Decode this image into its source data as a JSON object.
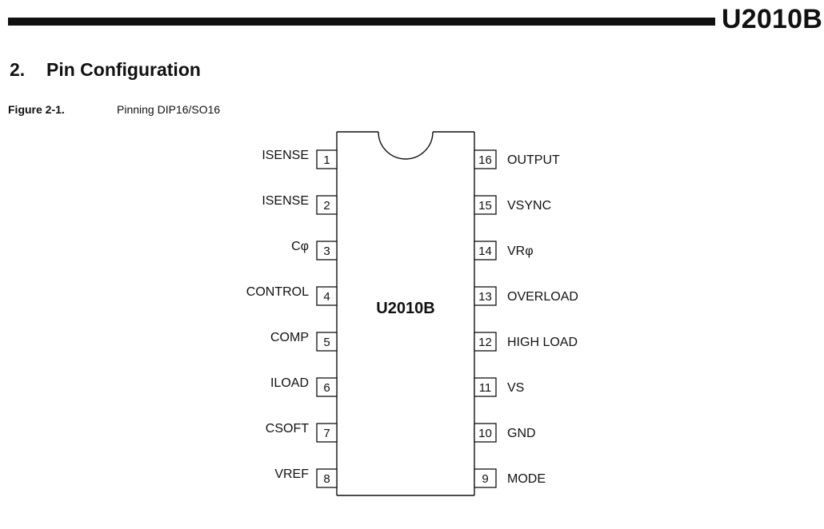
{
  "header": {
    "doc_id": "U2010B"
  },
  "section": {
    "number": "2.",
    "title": "Pin Configuration"
  },
  "figure": {
    "number": "Figure 2-1.",
    "caption": "Pinning DIP16/SO16"
  },
  "chip": {
    "label": "U2010B",
    "left_pins": [
      {
        "num": "1",
        "name": "ISENSE"
      },
      {
        "num": "2",
        "name": "ISENSE"
      },
      {
        "num": "3",
        "name": "Cφ"
      },
      {
        "num": "4",
        "name": "CONTROL"
      },
      {
        "num": "5",
        "name": "COMP"
      },
      {
        "num": "6",
        "name": "ILOAD"
      },
      {
        "num": "7",
        "name": "CSOFT"
      },
      {
        "num": "8",
        "name": "VREF"
      }
    ],
    "right_pins": [
      {
        "num": "16",
        "name": "OUTPUT"
      },
      {
        "num": "15",
        "name": "VSYNC"
      },
      {
        "num": "14",
        "name": "VRφ"
      },
      {
        "num": "13",
        "name": "OVERLOAD"
      },
      {
        "num": "12",
        "name": "HIGH LOAD"
      },
      {
        "num": "11",
        "name": "VS"
      },
      {
        "num": "10",
        "name": "GND"
      },
      {
        "num": "9",
        "name": "MODE"
      }
    ]
  }
}
